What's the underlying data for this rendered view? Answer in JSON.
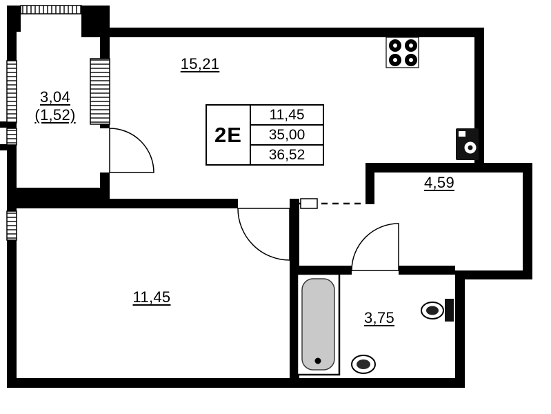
{
  "unit": {
    "name": "2E",
    "area_rows": [
      "11,45",
      "35,00",
      "36,52"
    ]
  },
  "rooms": {
    "living_kitchen": "15,21",
    "loggia": "3,04",
    "loggia_reduced": "(1,52)",
    "bedroom": "11,45",
    "hallway": "4,59",
    "bathroom": "3,75"
  },
  "colors": {
    "walls": "#000000",
    "background": "#ffffff",
    "bathtub_fill": "#c9c9c9"
  }
}
